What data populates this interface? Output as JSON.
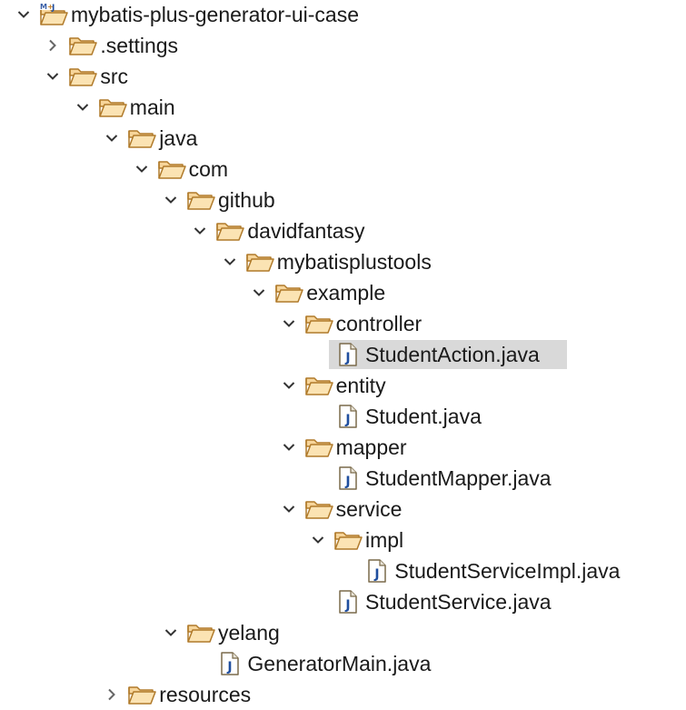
{
  "tree": {
    "nodes": [
      {
        "label": "mybatis-plus-generator-ui-case",
        "type": "project",
        "depth": 0,
        "expanded": true
      },
      {
        "label": ".settings",
        "type": "folder",
        "depth": 1,
        "expanded": false
      },
      {
        "label": "src",
        "type": "folder",
        "depth": 1,
        "expanded": true
      },
      {
        "label": "main",
        "type": "folder",
        "depth": 2,
        "expanded": true
      },
      {
        "label": "java",
        "type": "folder",
        "depth": 3,
        "expanded": true
      },
      {
        "label": "com",
        "type": "folder",
        "depth": 4,
        "expanded": true
      },
      {
        "label": "github",
        "type": "folder",
        "depth": 5,
        "expanded": true
      },
      {
        "label": "davidfantasy",
        "type": "folder",
        "depth": 6,
        "expanded": true
      },
      {
        "label": "mybatisplustools",
        "type": "folder",
        "depth": 7,
        "expanded": true
      },
      {
        "label": "example",
        "type": "folder",
        "depth": 8,
        "expanded": true
      },
      {
        "label": "controller",
        "type": "folder",
        "depth": 9,
        "expanded": true
      },
      {
        "label": "StudentAction.java",
        "type": "java",
        "depth": 10,
        "selected": true
      },
      {
        "label": "entity",
        "type": "folder",
        "depth": 9,
        "expanded": true
      },
      {
        "label": "Student.java",
        "type": "java",
        "depth": 10
      },
      {
        "label": "mapper",
        "type": "folder",
        "depth": 9,
        "expanded": true
      },
      {
        "label": "StudentMapper.java",
        "type": "java",
        "depth": 10
      },
      {
        "label": "service",
        "type": "folder",
        "depth": 9,
        "expanded": true
      },
      {
        "label": "impl",
        "type": "folder",
        "depth": 10,
        "expanded": true
      },
      {
        "label": "StudentServiceImpl.java",
        "type": "java",
        "depth": 11
      },
      {
        "label": "StudentService.java",
        "type": "java",
        "depth": 10
      },
      {
        "label": "yelang",
        "type": "folder",
        "depth": 5,
        "expanded": true
      },
      {
        "label": "GeneratorMain.java",
        "type": "java",
        "depth": 6
      },
      {
        "label": "resources",
        "type": "folder",
        "depth": 3,
        "expanded": false
      }
    ]
  },
  "colors": {
    "selection": "#d9d9d9",
    "folder_fill": "#f7d59a",
    "folder_stroke": "#b07a2a",
    "java_letter": "#1f4e9e",
    "chevron": "#333333"
  },
  "icons": {
    "project": "java-project-icon",
    "folder": "folder-open-icon",
    "java": "java-file-icon",
    "expanded": "chevron-down-icon",
    "collapsed": "chevron-right-icon"
  }
}
